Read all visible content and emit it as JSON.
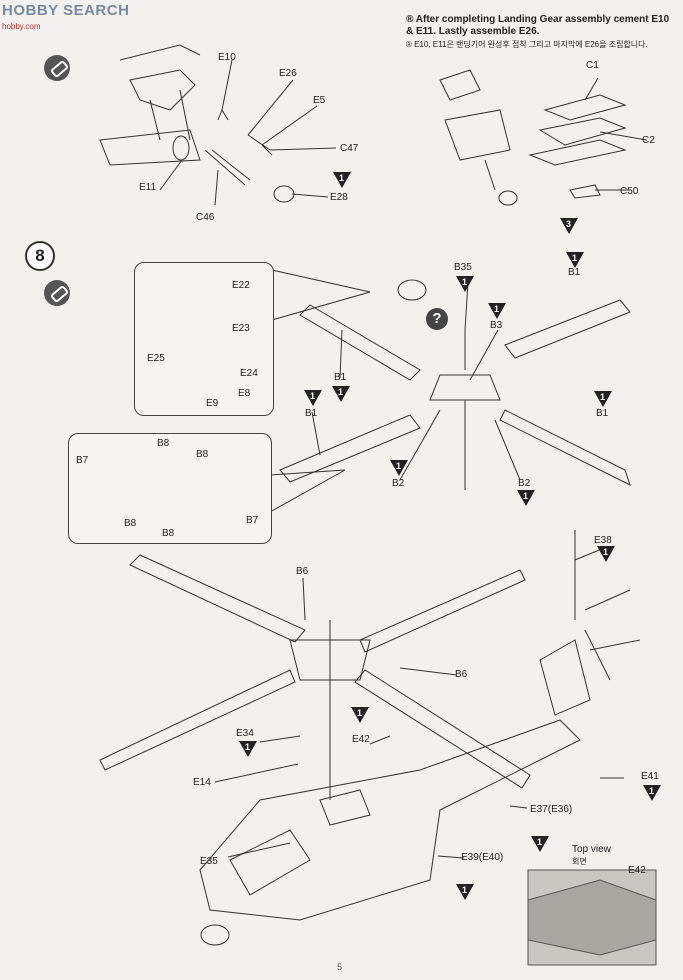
{
  "watermark": {
    "brand": "HOBBY SEARCH",
    "sub": "hobby.com"
  },
  "note": {
    "en": "® After completing Landing Gear assembly cement E10 & E11. Lastly assemble E26.",
    "ko": "® E10, E11은 랜딩기어 완성후 접착 그리고 마지막에 E26을 조립합니다."
  },
  "step": {
    "number": "8"
  },
  "icons": [
    "glue-icon",
    "question-icon",
    "sequence-triangle-icon"
  ],
  "labels": {
    "e10": "E10",
    "e26": "E26",
    "e5": "E5",
    "c47": "C47",
    "e11": "E11",
    "c46": "C46",
    "e28": "E28",
    "c1": "C1",
    "c2": "C2",
    "c50": "C50",
    "e22": "E22",
    "e23": "E23",
    "e25": "E25",
    "e24": "E24",
    "e9": "E9",
    "e8": "E8",
    "b35": "B35",
    "b3": "B3",
    "b1a": "B1",
    "b1b": "B1",
    "b1c": "B1",
    "b1d": "B1",
    "b2a": "B2",
    "b2b": "B2",
    "b8a": "B8",
    "b8b": "B8",
    "b8c": "B8",
    "b8d": "B8",
    "b7a": "B7",
    "b7b": "B7",
    "e38": "E38",
    "b6a": "B6",
    "b6b": "B6",
    "e34": "E34",
    "e42a": "E42",
    "e14": "E14",
    "e41": "E41",
    "e37": "E37(E36)",
    "e35": "E35",
    "e39": "E39(E40)",
    "e42b": "E42"
  },
  "seq_numbers": {
    "one": "1",
    "three": "3"
  },
  "topview": {
    "title": "Top view",
    "ko": "회면"
  },
  "page_number": "5"
}
